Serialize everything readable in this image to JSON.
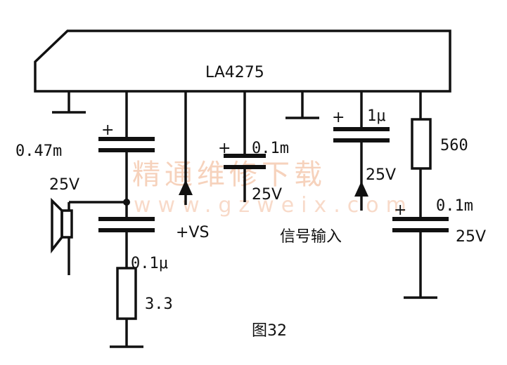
{
  "ic_label": "LA4275",
  "labels": {
    "c_out_value": "0.47m",
    "c_out_voltage": "25V",
    "c_zobel_value": "0.1μ",
    "r_zobel_value": "3.3",
    "supply_label": "+VS",
    "c_mid_value": "0.1m",
    "c_mid_voltage": "25V",
    "c_in_value": "1μ",
    "c_in_voltage": "25V",
    "input_label": "信号输入",
    "r_right_value": "560",
    "c_right_value": "0.1m",
    "c_right_voltage": "25V",
    "plus_sign": "+",
    "figure_caption": "图32"
  },
  "watermark": {
    "line1": "精通维修下载",
    "line2": "www.gzweix.com"
  }
}
